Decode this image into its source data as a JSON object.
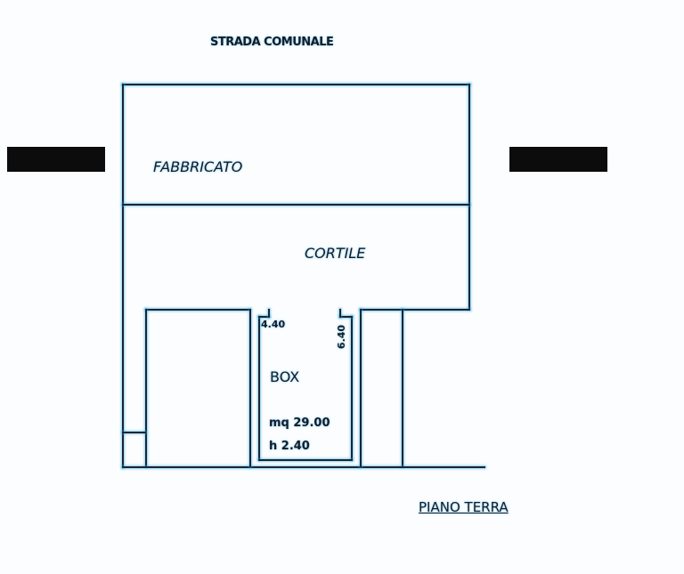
{
  "plan": {
    "street_label": "STRADA COMUNALE",
    "building_label": "FABBRICATO",
    "courtyard_label": "CORTILE",
    "box": {
      "label": "BOX",
      "width_dim": "4.40",
      "depth_dim": "6.40",
      "area": "mq 29.00",
      "height": "h 2.40"
    },
    "floor_title": "PIANO TERRA"
  }
}
